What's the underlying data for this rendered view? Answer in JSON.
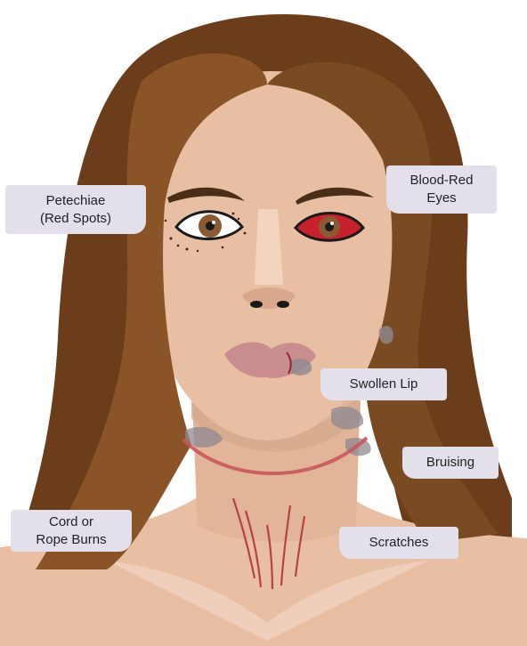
{
  "labels": {
    "petechiae": {
      "line1": "Petechiae",
      "line2": "(Red Spots)"
    },
    "blood_red_eyes": {
      "line1": "Blood-Red",
      "line2": "Eyes"
    },
    "swollen_lip": {
      "line1": "Swollen Lip"
    },
    "bruising": {
      "line1": "Bruising"
    },
    "cord_rope_burns": {
      "line1": "Cord or",
      "line2": "Rope Burns"
    },
    "scratches": {
      "line1": "Scratches"
    }
  },
  "colors": {
    "hair": "#7a4a22",
    "hair_dark": "#5a3214",
    "skin": "#e9bfa4",
    "skin_light": "#f2d4bf",
    "label_bg": "#e4e0eb",
    "bruise": "#8e8a92",
    "rope_mark": "#c9555c",
    "scratch": "#b84148",
    "eye_red": "#c7222c",
    "iris": "#8a5a34"
  }
}
